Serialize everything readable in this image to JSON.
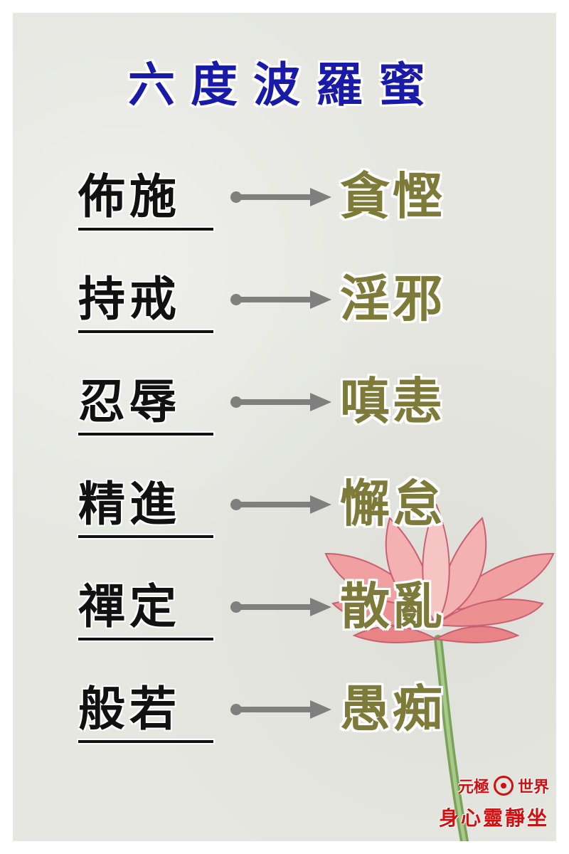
{
  "title": "六度波羅蜜",
  "rows": [
    {
      "virtue": "佈施",
      "vice": "貪慳"
    },
    {
      "virtue": "持戒",
      "vice": "淫邪"
    },
    {
      "virtue": "忍辱",
      "vice": "嗔恚"
    },
    {
      "virtue": "精進",
      "vice": "懈怠"
    },
    {
      "virtue": "禪定",
      "vice": "散亂"
    },
    {
      "virtue": "般若",
      "vice": "愚痴"
    }
  ],
  "stamp": {
    "line1_left": "元極",
    "line1_right": "世界",
    "line2": "身心靈靜坐"
  },
  "colors": {
    "title": "#1a1aa8",
    "virtue": "#111111",
    "vice": "#7d7a3a",
    "arrow": "#7f7f7f",
    "stamp": "#d01010",
    "background": "#e6e7e1"
  }
}
